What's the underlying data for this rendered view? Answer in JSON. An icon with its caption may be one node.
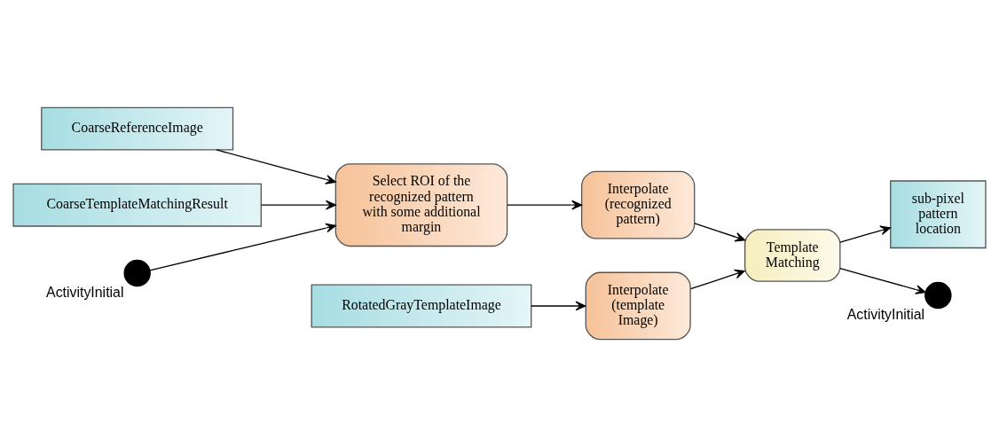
{
  "diagram": {
    "nodes": [
      {
        "text": [
          "CoarseReferenceImage"
        ]
      },
      {
        "text": [
          "CoarseTemplateMatchingResult"
        ]
      },
      {
        "text": [],
        "shape": "circle",
        "beside": [
          "ActivityInitial"
        ]
      },
      {
        "text": [
          "Select ROI of the recognized pattern with some additional margin"
        ]
      },
      {
        "text": [
          "Interpolate (recognized pattern)"
        ]
      },
      {
        "text": [
          "sub-pixel pattern location"
        ]
      },
      {
        "text": [
          "Template Matching"
        ]
      },
      {
        "text": [
          "RotatedGrayTemplateImage"
        ]
      },
      {
        "text": [
          "Interpolate (template Image)"
        ]
      },
      {
        "text": [],
        "shape": "circle",
        "beside": [
          "ActivityInitial"
        ]
      }
    ],
    "edges": [
      {
        "from": 0,
        "to": 3,
        "arrow": "to"
      },
      {
        "from": 1,
        "to": 3,
        "arrow": "to"
      },
      {
        "from": 2,
        "to": 3,
        "arrow": "to"
      },
      {
        "from": 3,
        "to": 4,
        "arrow": "to"
      },
      {
        "from": 4,
        "to": 6,
        "arrow": "to"
      },
      {
        "from": 7,
        "to": 8,
        "arrow": "to"
      },
      {
        "from": 8,
        "to": 6,
        "arrow": "to"
      },
      {
        "from": 6,
        "to": 5,
        "arrow": "to"
      },
      {
        "from": 6,
        "to": 9,
        "arrow": "to"
      }
    ]
  }
}
